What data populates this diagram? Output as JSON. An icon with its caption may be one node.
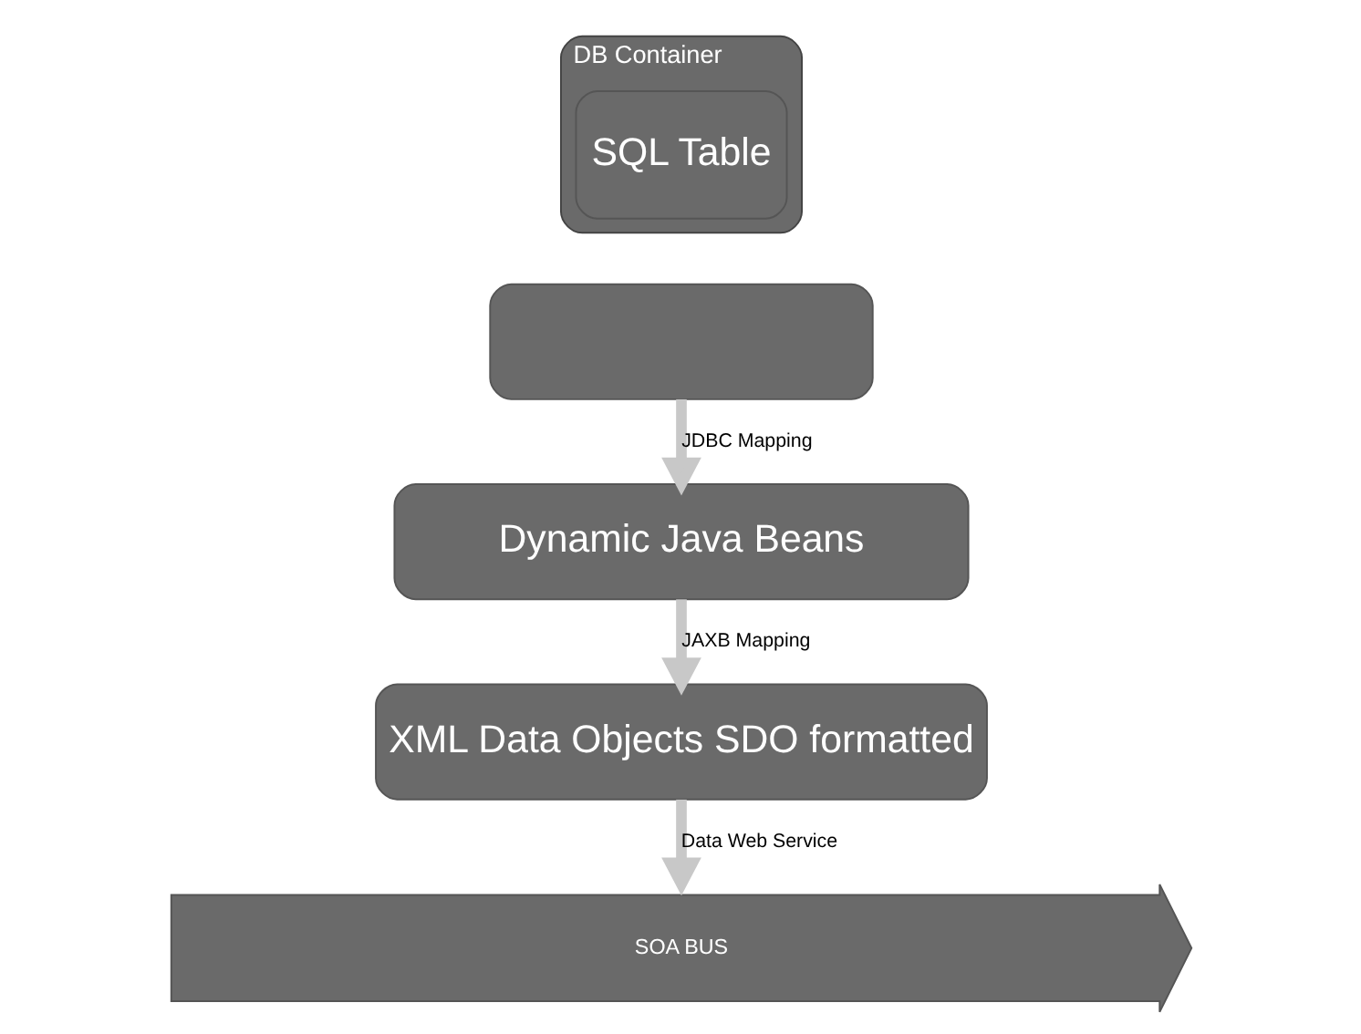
{
  "diagram": {
    "nodes": [
      {
        "text": [
          "DB Container"
        ]
      },
      {
        "text": [
          "SQL Table"
        ],
        "in": 0
      },
      {
        "text": [],
        "shape": "box"
      },
      {
        "text": [
          "Dynamic Java Beans"
        ]
      },
      {
        "text": [
          "XML Data Objects SDO formatted"
        ]
      },
      {
        "text": [
          "SOA BUS"
        ]
      }
    ],
    "edges": [
      {
        "from": 2,
        "to": 3,
        "arrow": "to",
        "label": "JDBC Mapping"
      },
      {
        "from": 3,
        "to": 4,
        "arrow": "to",
        "label": "JAXB Mapping"
      },
      {
        "from": 4,
        "to": 5,
        "arrow": "to",
        "label": "Data Web Service"
      }
    ]
  }
}
